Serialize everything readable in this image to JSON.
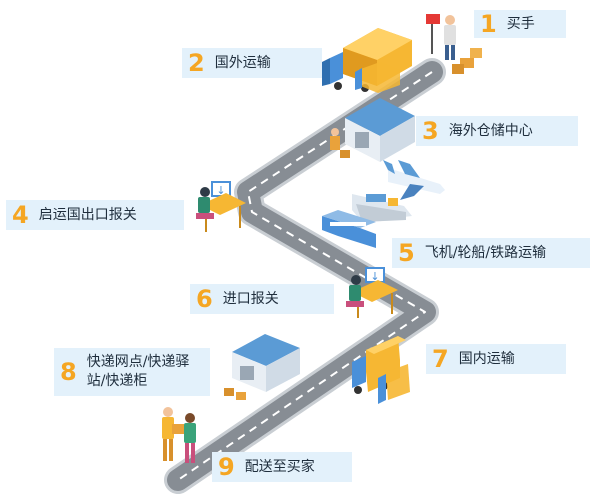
{
  "colors": {
    "road": "#8a9096",
    "road_edge": "#c9ced3",
    "road_dash": "#ffffff",
    "label_bg": "#e3f1fb",
    "number": "#f5a623",
    "truck_cargo": "#f6b733",
    "truck_cab": "#4a90d9",
    "warehouse_roof": "#5b9bd5"
  },
  "steps": [
    {
      "num": "1",
      "label": "买手"
    },
    {
      "num": "2",
      "label": "国外运输"
    },
    {
      "num": "3",
      "label": "海外仓储中心"
    },
    {
      "num": "4",
      "label": "启运国出口报关"
    },
    {
      "num": "5",
      "label": "飞机/轮船/铁路运输"
    },
    {
      "num": "6",
      "label": "进口报关"
    },
    {
      "num": "7",
      "label": "国内运输"
    },
    {
      "num": "8",
      "label_line1": "快递网点/快递驿",
      "label_line2": "站/快递柜"
    },
    {
      "num": "9",
      "label": "配送至买家"
    }
  ],
  "icons": [
    "buyer-with-flag-icon",
    "truck-icon",
    "warehouse-icon",
    "customs-officer-desk-icon",
    "airplane-icon",
    "ship-icon",
    "train-icon",
    "customs-officer-desk-icon",
    "truck-icon",
    "warehouse-icon",
    "courier-delivery-icon"
  ]
}
